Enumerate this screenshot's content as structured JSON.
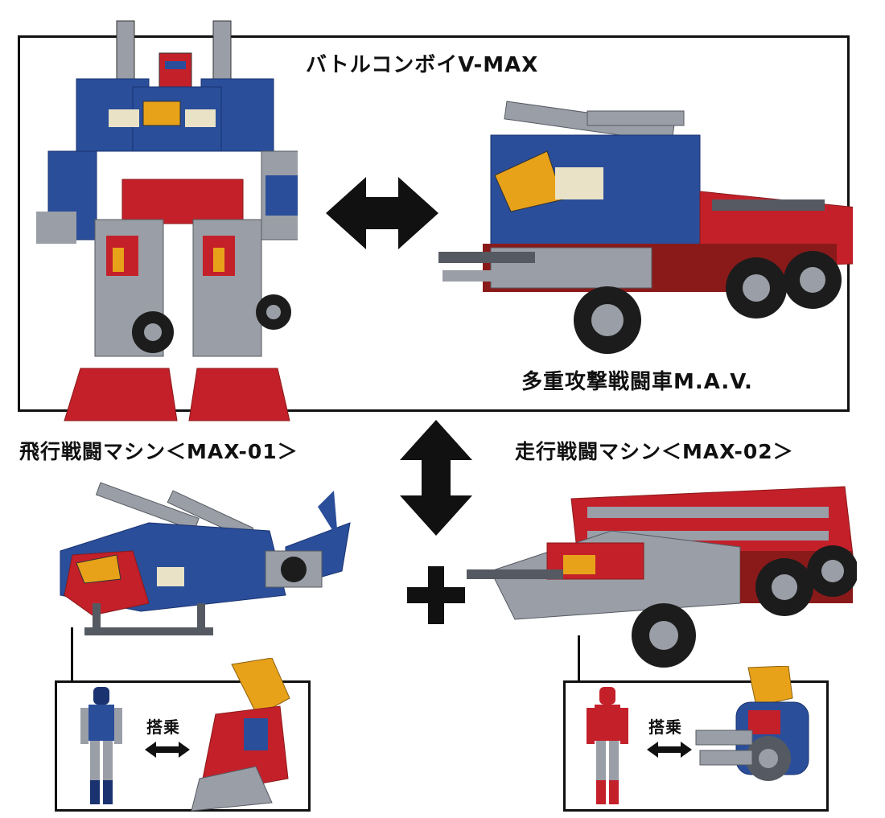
{
  "titles": {
    "robot_mode": "バトルコンボイV-MAX",
    "vehicle_mode": "多重攻撃戦闘車M.A.V.",
    "air_unit": "飛行戦闘マシン＜MAX-01＞",
    "ground_unit": "走行戦闘マシン＜MAX-02＞"
  },
  "ride_label_left": "搭乗",
  "ride_label_right": "搭乗",
  "colors": {
    "blue": "#2a4e9a",
    "dark_blue": "#1a3370",
    "red": "#c4202a",
    "dark_red": "#8a1a1a",
    "gray": "#9a9ea6",
    "dark_gray": "#555a62",
    "amber": "#e8a21a",
    "tire": "#1c1c1c"
  },
  "icons": {
    "swap_horizontal": "double-arrow-horizontal-icon",
    "swap_vertical": "double-arrow-vertical-icon",
    "plus": "plus-icon",
    "ride": "small-double-arrow-icon"
  }
}
